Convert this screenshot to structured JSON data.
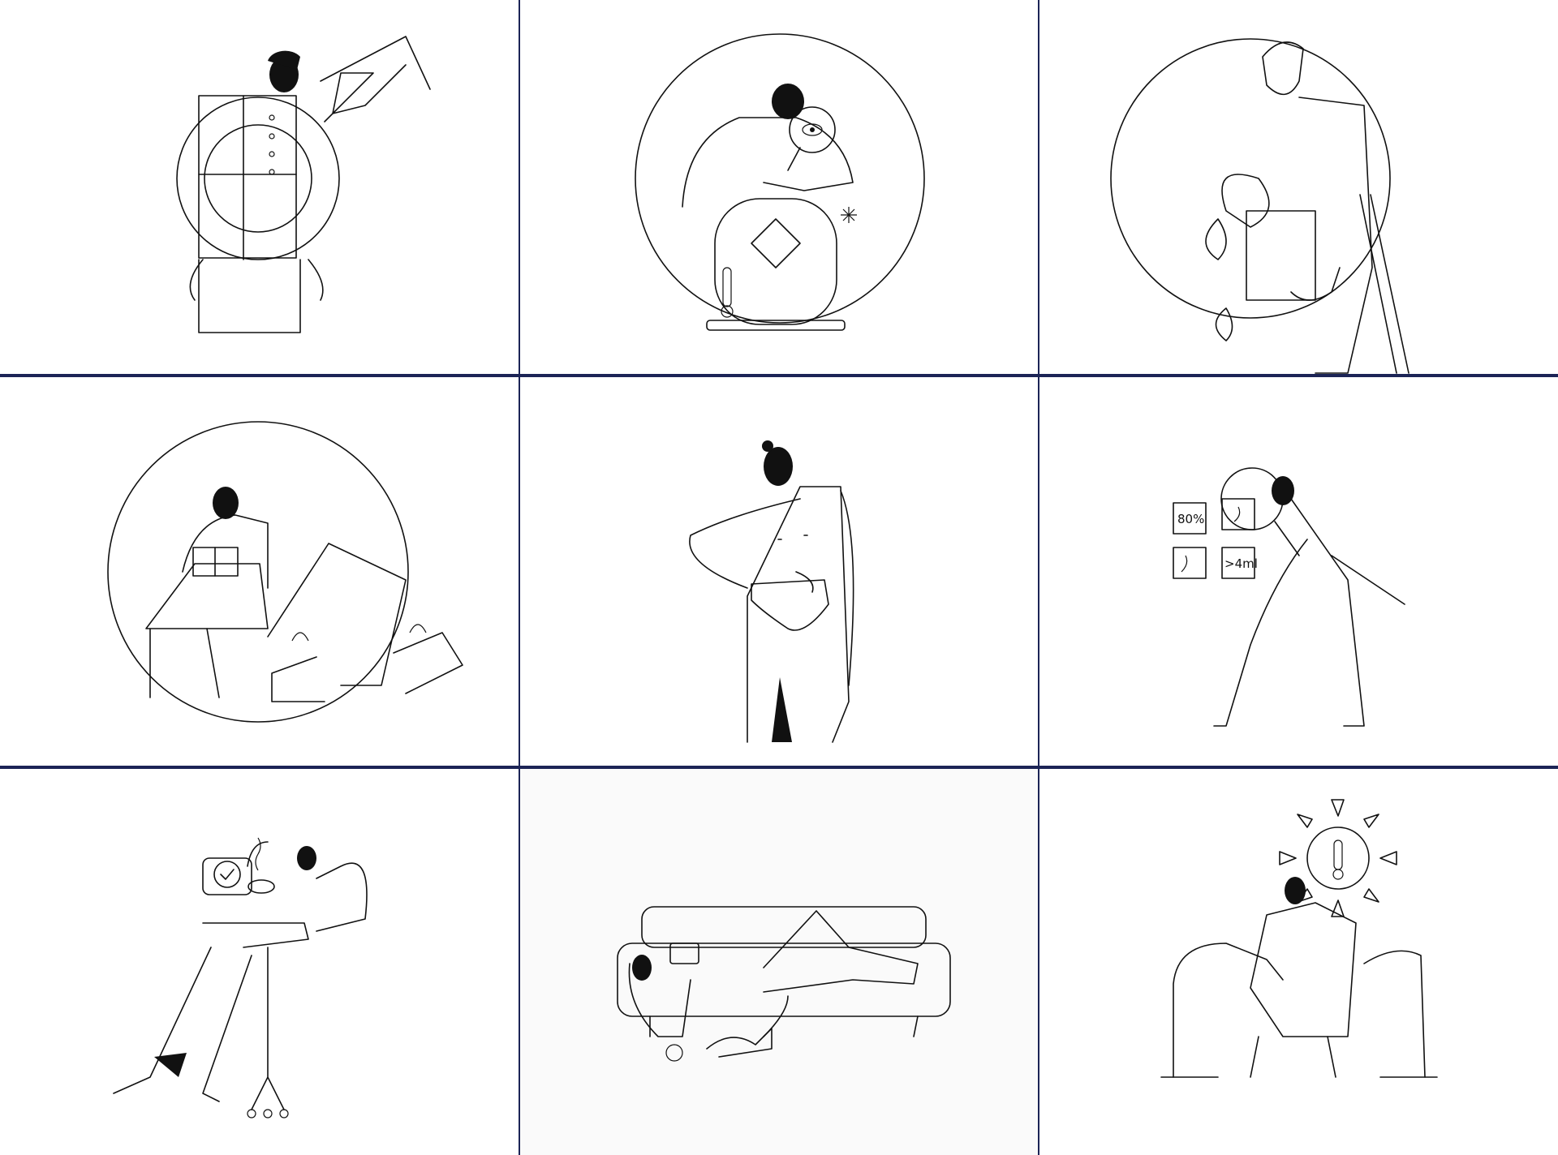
{
  "background_color": "#1c2456",
  "cell_colors": [
    "#ffffff",
    "#ffffff",
    "#ffffff",
    "#ffffff",
    "#ffffff",
    "#ffffff",
    "#ffffff",
    "#fafafa",
    "#ffffff"
  ],
  "panels": [
    {
      "icon": "male-symbol-man-illustration"
    },
    {
      "icon": "man-magnifier-toaster-illustration"
    },
    {
      "icon": "man-carrying-plant-illustration"
    },
    {
      "icon": "man-reading-armchair-illustration"
    },
    {
      "icon": "man-checking-underwear-illustration"
    },
    {
      "icon": "man-inspecting-test-results-illustration",
      "labels": {
        "percent": "80%",
        "volume": ">4ml"
      }
    },
    {
      "icon": "man-coffee-laptop-illustration"
    },
    {
      "icon": "man-reading-sofa-cat-illustration"
    },
    {
      "icon": "man-hot-sun-thermometer-illustration"
    }
  ]
}
